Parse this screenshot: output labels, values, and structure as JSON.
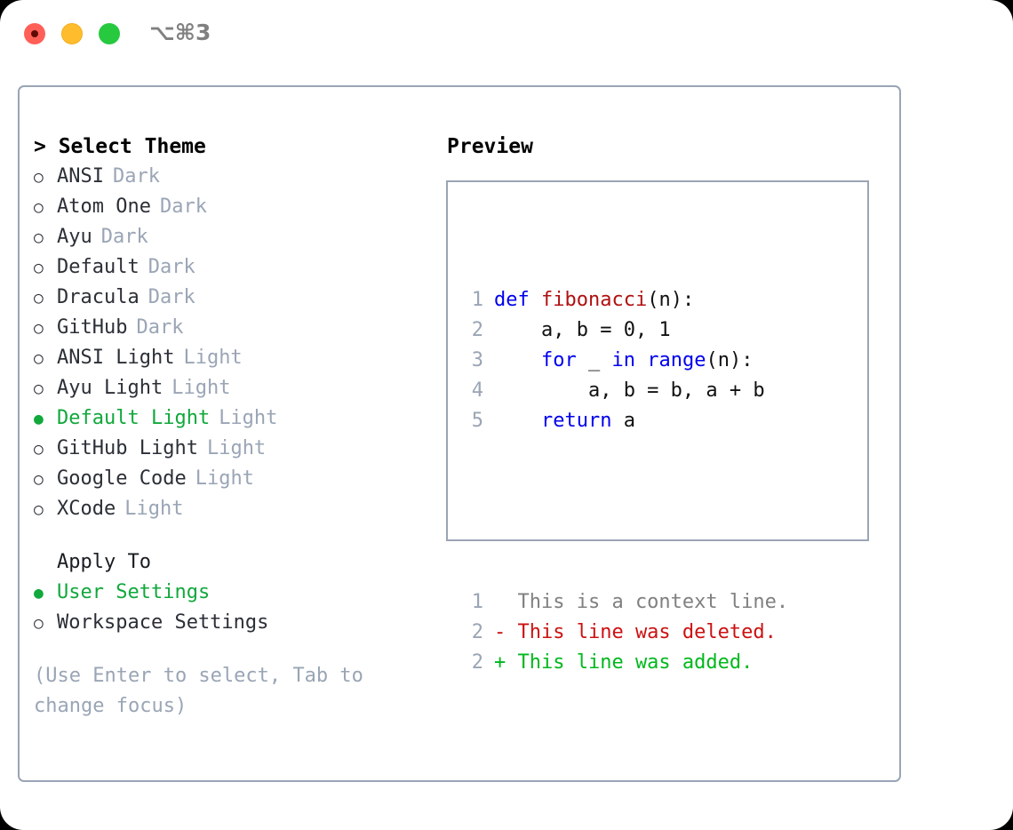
{
  "titlebar": {
    "shortcut": "⌥⌘3",
    "lights": [
      {
        "name": "close",
        "color": "#ff5f57"
      },
      {
        "name": "minimize",
        "color": "#ffbd2e"
      },
      {
        "name": "maximize",
        "color": "#27c93f"
      }
    ]
  },
  "theme_picker": {
    "header": "> Select Theme",
    "selected_marker": "●",
    "unselected_marker": "○",
    "items": [
      {
        "label": "ANSI",
        "category": "Dark",
        "selected": false
      },
      {
        "label": "Atom One",
        "category": "Dark",
        "selected": false
      },
      {
        "label": "Ayu",
        "category": "Dark",
        "selected": false
      },
      {
        "label": "Default",
        "category": "Dark",
        "selected": false
      },
      {
        "label": "Dracula",
        "category": "Dark",
        "selected": false
      },
      {
        "label": "GitHub",
        "category": "Dark",
        "selected": false
      },
      {
        "label": "ANSI Light",
        "category": "Light",
        "selected": false
      },
      {
        "label": "Ayu Light",
        "category": "Light",
        "selected": false
      },
      {
        "label": "Default Light",
        "category": "Light",
        "selected": true
      },
      {
        "label": "GitHub Light",
        "category": "Light",
        "selected": false
      },
      {
        "label": "Google Code",
        "category": "Light",
        "selected": false
      },
      {
        "label": "XCode",
        "category": "Light",
        "selected": false
      }
    ]
  },
  "apply_to": {
    "header": "Apply To",
    "items": [
      {
        "label": "User Settings",
        "selected": true
      },
      {
        "label": "Workspace Settings",
        "selected": false
      }
    ]
  },
  "hint": "(Use Enter to select, Tab to change focus)",
  "preview": {
    "header": "Preview",
    "code_lines": [
      {
        "num": "1",
        "segments": [
          {
            "text": "def ",
            "style": "kw"
          },
          {
            "text": "fibonacci",
            "style": "fn"
          },
          {
            "text": "(n):",
            "style": "pl"
          }
        ]
      },
      {
        "num": "2",
        "segments": [
          {
            "text": "    a, b = 0, 1",
            "style": "pl"
          }
        ]
      },
      {
        "num": "3",
        "segments": [
          {
            "text": "    ",
            "style": "pl"
          },
          {
            "text": "for",
            "style": "kw"
          },
          {
            "text": " _ ",
            "style": "pl"
          },
          {
            "text": "in",
            "style": "kw"
          },
          {
            "text": " ",
            "style": "pl"
          },
          {
            "text": "range",
            "style": "kw"
          },
          {
            "text": "(n):",
            "style": "pl"
          }
        ]
      },
      {
        "num": "4",
        "segments": [
          {
            "text": "        a, b = b, a + b",
            "style": "pl"
          }
        ]
      },
      {
        "num": "5",
        "segments": [
          {
            "text": "    ",
            "style": "pl"
          },
          {
            "text": "return",
            "style": "kw"
          },
          {
            "text": " a",
            "style": "pl"
          }
        ]
      }
    ],
    "diff_lines": [
      {
        "num": "1",
        "segments": [
          {
            "text": "  This is a context line.",
            "style": "ctx"
          }
        ]
      },
      {
        "num": "2",
        "segments": [
          {
            "text": "- This line was deleted.",
            "style": "del"
          }
        ]
      },
      {
        "num": "2",
        "segments": [
          {
            "text": "+ This line was added.",
            "style": "add"
          }
        ]
      }
    ]
  },
  "colors": {
    "accent_green": "#11a83c",
    "muted": "#9aa5b5",
    "keyword_blue": "#0000ee",
    "function_red": "#b01010",
    "diff_delete": "#cc1111",
    "diff_add": "#00b81d"
  }
}
